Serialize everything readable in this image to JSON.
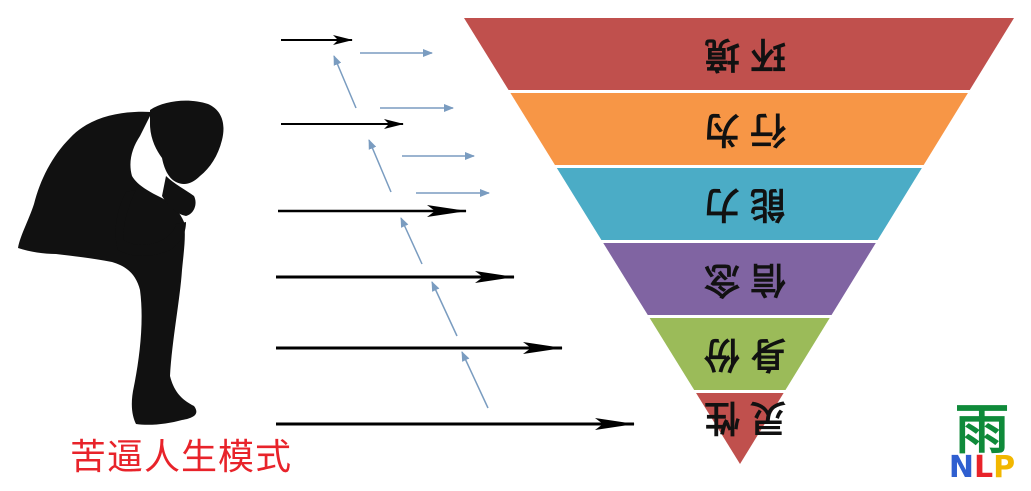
{
  "caption": "苦逼人生模式",
  "pyramid": {
    "layers": [
      {
        "label": "环境",
        "color": "#c0504d"
      },
      {
        "label": "行为",
        "color": "#f79646"
      },
      {
        "label": "能力",
        "color": "#4bacc6"
      },
      {
        "label": "信念",
        "color": "#8064a2"
      },
      {
        "label": "身份",
        "color": "#9bbb59"
      },
      {
        "label": "灵性",
        "color": "#c0504d"
      }
    ]
  },
  "logo": {
    "character": "雨",
    "letters": [
      "N",
      "L",
      "P"
    ],
    "letter_colors": [
      "#2f5fd0",
      "#e8232a",
      "#f2b700"
    ],
    "character_color": "#0f8a3a"
  },
  "colors": {
    "black_arrow": "#000000",
    "blue_arrow": "#7a9cc0",
    "silhouette": "#111111",
    "caption": "#e8232a"
  }
}
